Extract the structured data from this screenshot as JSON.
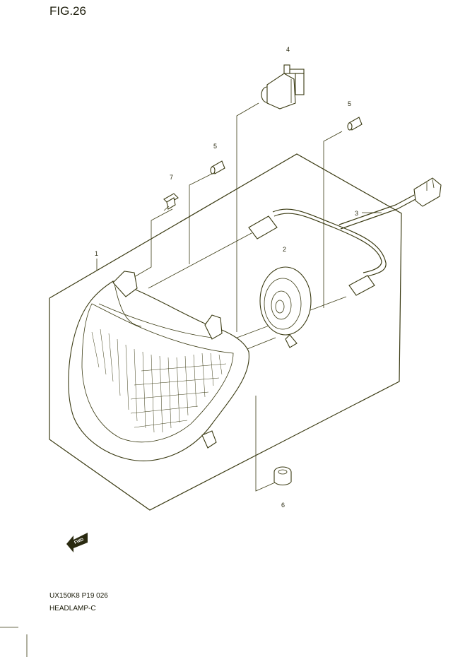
{
  "figure": {
    "label": "FIG.26"
  },
  "callouts": {
    "p1": "1",
    "p2": "2",
    "p3": "3",
    "p4": "4",
    "p5a": "5",
    "p5b": "5",
    "p6": "6",
    "p7": "7"
  },
  "fwd_badge": "FWD",
  "footer": {
    "code": "UX150K8 P19  026",
    "title": "HEADLAMP-C"
  },
  "colors": {
    "ink": "#3a3a12",
    "background": "#ffffff"
  }
}
